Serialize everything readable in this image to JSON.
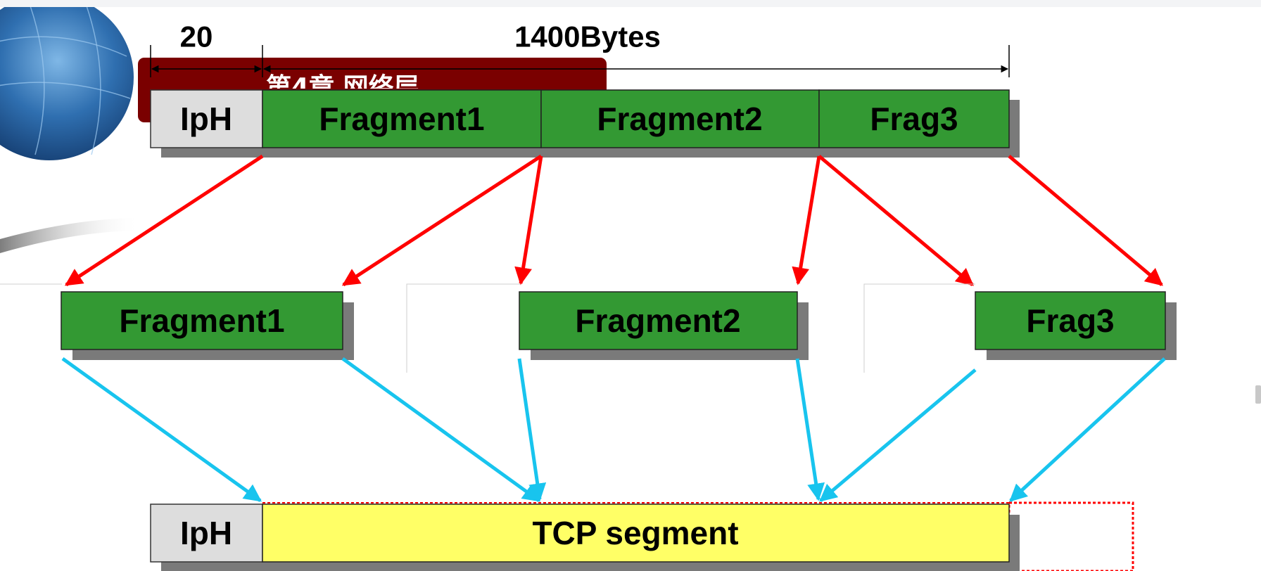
{
  "diagram": {
    "dimensions": {
      "header_size": "20",
      "payload_size": "1400Bytes"
    },
    "background_slide": {
      "title_partial": "第4章 网络层"
    },
    "top_datagram": {
      "header": "IpH",
      "fragments": [
        "Fragment1",
        "Fragment2",
        "Frag3"
      ]
    },
    "fragment_packets": [
      "Fragment1",
      "Fragment2",
      "Frag3"
    ],
    "reassembled": {
      "header": "IpH",
      "payload": "TCP segment"
    },
    "colors": {
      "fragment_fill": "#339933",
      "header_fill": "#dddddd",
      "segment_fill": "#ffff66",
      "split_arrow": "#ff0000",
      "reassembly_arrow": "#18c4ee",
      "slide_banner": "#7a0000"
    }
  }
}
